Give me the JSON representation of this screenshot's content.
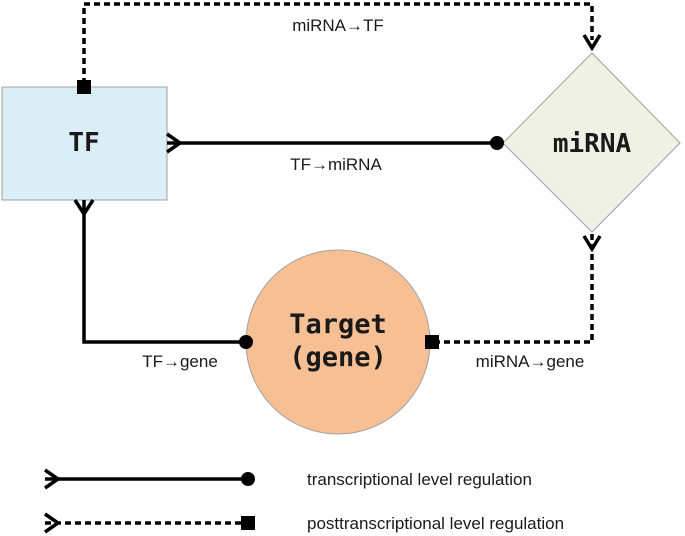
{
  "nodes": {
    "tf": {
      "label": "TF",
      "fill": "#d9eef5"
    },
    "mirna": {
      "label": "miRNA",
      "fill": "#eef1e4"
    },
    "target": {
      "line1": "Target",
      "line2": "(gene)",
      "fill": "#f7bf94"
    }
  },
  "edges": {
    "tf_to_mirna": "TF→miRNA",
    "mirna_to_tf": "miRNA→TF",
    "tf_to_gene": "TF→gene",
    "mirna_to_gene": "miRNA→gene"
  },
  "legend": {
    "transcriptional": "transcriptional level regulation",
    "posttranscriptional": "posttranscriptional level regulation"
  },
  "colors": {
    "stroke": "#000000",
    "outline": "#a0a0a0"
  }
}
